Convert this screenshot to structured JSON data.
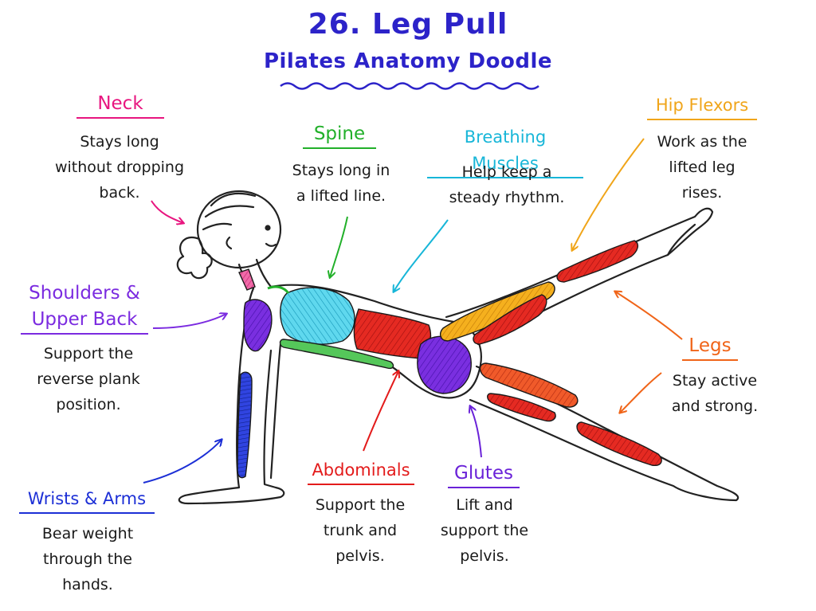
{
  "title": "26. Leg Pull",
  "subtitle": "Pilates Anatomy Doodle",
  "colors": {
    "title": "#2c23c9",
    "neck": "#e8157f",
    "shoulders": "#7b2be0",
    "wrists": "#1c2fd6",
    "spine": "#22b02a",
    "breathing": "#17b6d8",
    "abdominals": "#e31b1b",
    "glutes": "#6a22d8",
    "hip_flexors": "#f0a51a",
    "legs": "#f06418",
    "skin_outline": "#222222"
  },
  "labels": {
    "neck": {
      "heading": "Neck",
      "text": "Stays long\nwithout dropping\nback."
    },
    "shoulders": {
      "heading1": "Shoulders &",
      "heading2": "Upper Back",
      "text": "Support the\nreverse plank\nposition."
    },
    "wrists": {
      "heading": "Wrists & Arms",
      "text": "Bear weight\nthrough the\nhands."
    },
    "spine": {
      "heading": "Spine",
      "text": "Stays long in\na lifted line."
    },
    "breathing": {
      "heading": "Breathing Muscles",
      "text": "Help keep a\nsteady rhythm."
    },
    "hip_flexors": {
      "heading": "Hip Flexors",
      "text": "Work as the\nlifted leg\nrises."
    },
    "legs": {
      "heading": "Legs",
      "text": "Stay active\nand strong."
    },
    "abdominals": {
      "heading": "Abdominals",
      "text": "Support the\ntrunk and\npelvis."
    },
    "glutes": {
      "heading": "Glutes",
      "text": "Lift and\nsupport the\npelvis."
    }
  }
}
